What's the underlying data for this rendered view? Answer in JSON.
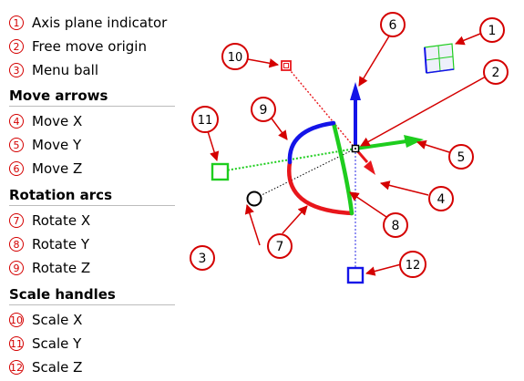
{
  "legend": {
    "items_top": [
      {
        "num": "1",
        "label": "Axis plane indicator"
      },
      {
        "num": "2",
        "label": "Free move origin"
      },
      {
        "num": "3",
        "label": "Menu ball"
      }
    ],
    "sections": [
      {
        "heading": "Move arrows",
        "items": [
          {
            "num": "4",
            "label": "Move X"
          },
          {
            "num": "5",
            "label": "Move Y"
          },
          {
            "num": "6",
            "label": "Move Z"
          }
        ]
      },
      {
        "heading": "Rotation arcs",
        "items": [
          {
            "num": "7",
            "label": "Rotate X"
          },
          {
            "num": "8",
            "label": "Rotate Y"
          },
          {
            "num": "9",
            "label": "Rotate Z"
          }
        ]
      },
      {
        "heading": "Scale handles",
        "items": [
          {
            "num": "10",
            "label": "Scale X"
          },
          {
            "num": "11",
            "label": "Scale Y"
          },
          {
            "num": "12",
            "label": "Scale Z"
          }
        ]
      }
    ]
  },
  "callouts": [
    "1",
    "2",
    "3",
    "4",
    "5",
    "6",
    "7",
    "8",
    "9",
    "10",
    "11",
    "12"
  ],
  "colors": {
    "x_axis": "#e8161b",
    "y_axis": "#1ecd1e",
    "z_axis": "#1414e8",
    "callout": "#d40000"
  }
}
